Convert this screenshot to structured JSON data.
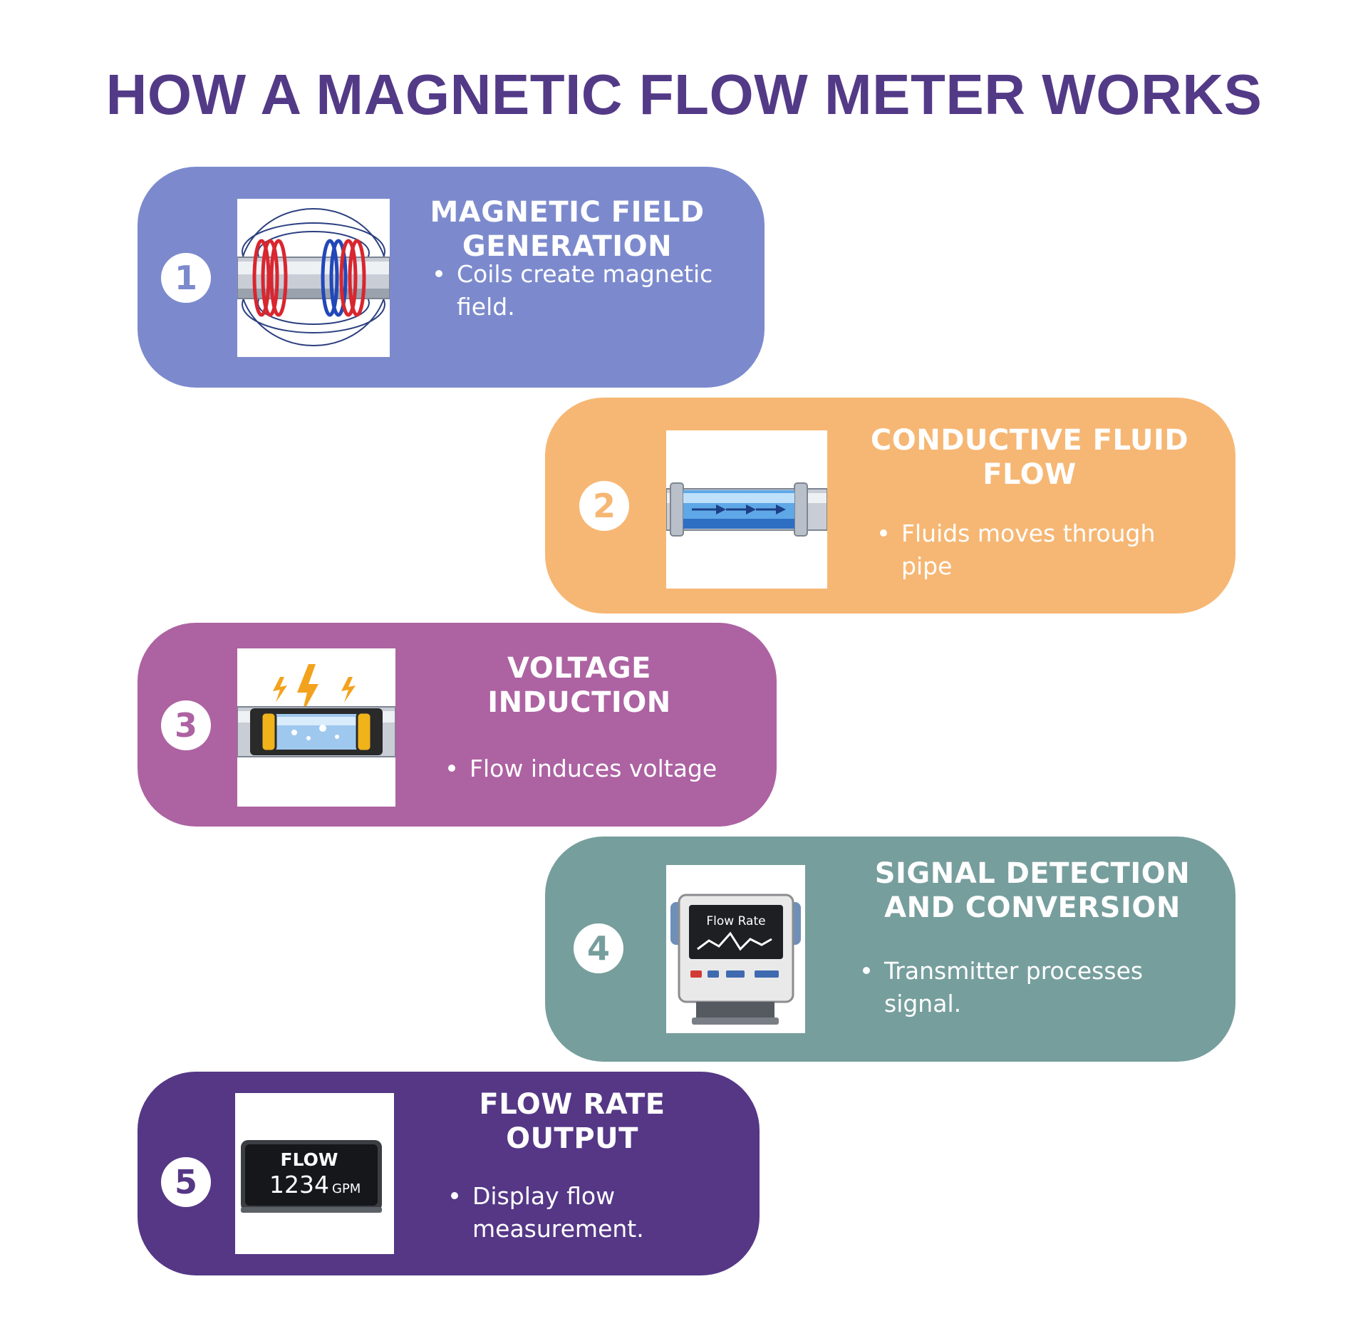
{
  "title": "HOW A MAGNETIC FLOW METER WORKS",
  "colors": {
    "title": "#533a87",
    "step1": "#7c8acd",
    "step2": "#f6b774",
    "step3": "#ad62a2",
    "step4": "#769e9d",
    "step5": "#553786"
  },
  "steps": [
    {
      "number": "1",
      "heading": "MAGNETIC FIELD GENERATION",
      "bullet": "Coils create magnetic field.",
      "icon": "pipe-with-coils-magnetic-field-icon"
    },
    {
      "number": "2",
      "heading": "CONDUCTIVE FLUID FLOW",
      "bullet": "Fluids moves through pipe",
      "icon": "pipe-with-flowing-fluid-icon"
    },
    {
      "number": "3",
      "heading": "VOLTAGE INDUCTION",
      "bullet": "Flow induces voltage",
      "icon": "pipe-with-lightning-bolts-icon"
    },
    {
      "number": "4",
      "heading": "SIGNAL DETECTION AND CONVERSION",
      "bullet": "Transmitter processes signal.",
      "icon": "flow-transmitter-icon",
      "screen_label": "Flow Rate"
    },
    {
      "number": "5",
      "heading": "FLOW RATE OUTPUT",
      "bullet": "Display flow measurement.",
      "icon": "flow-display-icon",
      "display_label": "FLOW",
      "display_value": "1234",
      "display_unit": "GPM"
    }
  ]
}
